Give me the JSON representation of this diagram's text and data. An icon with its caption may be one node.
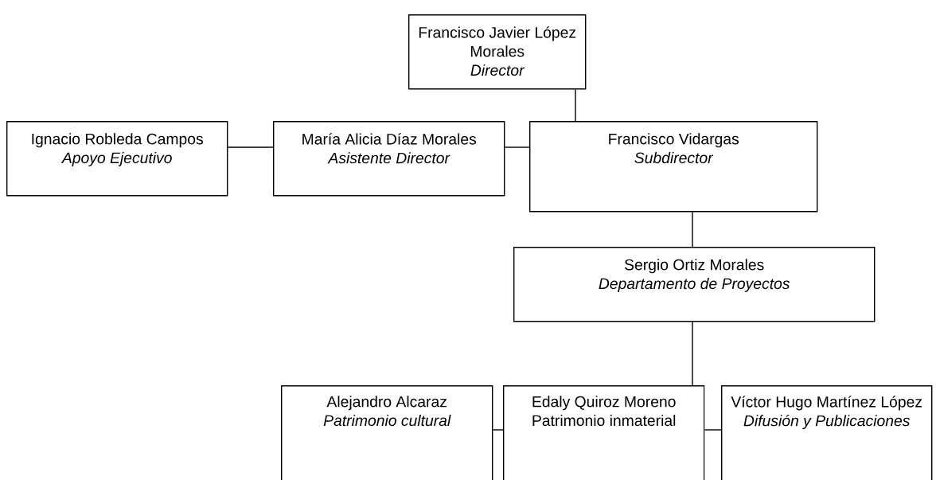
{
  "diagram": {
    "nodes": [
      {
        "text": [
          "Francisco Javier López Morales",
          "Director"
        ]
      },
      {
        "text": [
          "Ignacio Robleda Campos",
          "Apoyo Ejecutivo"
        ]
      },
      {
        "text": [
          "María Alicia Díaz Morales",
          "Asistente Director"
        ]
      },
      {
        "text": [
          "Francisco Vidargas",
          "Subdirector"
        ]
      },
      {
        "text": [
          "Sergio Ortiz Morales",
          "Departamento de Proyectos"
        ]
      },
      {
        "text": [
          "Alejandro Alcaraz",
          "Patrimonio cultural"
        ]
      },
      {
        "text": [
          "Edaly Quiroz Moreno",
          "Patrimonio inmaterial"
        ]
      },
      {
        "text": [
          "Víctor Hugo Martínez López",
          "Difusión y Publicaciones"
        ]
      }
    ],
    "edges": [
      {
        "from": 0,
        "to": 3,
        "arrow": "none"
      },
      {
        "from": 1,
        "to": 2,
        "arrow": "none"
      },
      {
        "from": 2,
        "to": 3,
        "arrow": "none"
      },
      {
        "from": 3,
        "to": 4,
        "arrow": "none"
      },
      {
        "from": 4,
        "to": 6,
        "arrow": "none"
      },
      {
        "from": 5,
        "to": 6,
        "arrow": "none"
      },
      {
        "from": 6,
        "to": 7,
        "arrow": "none"
      }
    ]
  }
}
